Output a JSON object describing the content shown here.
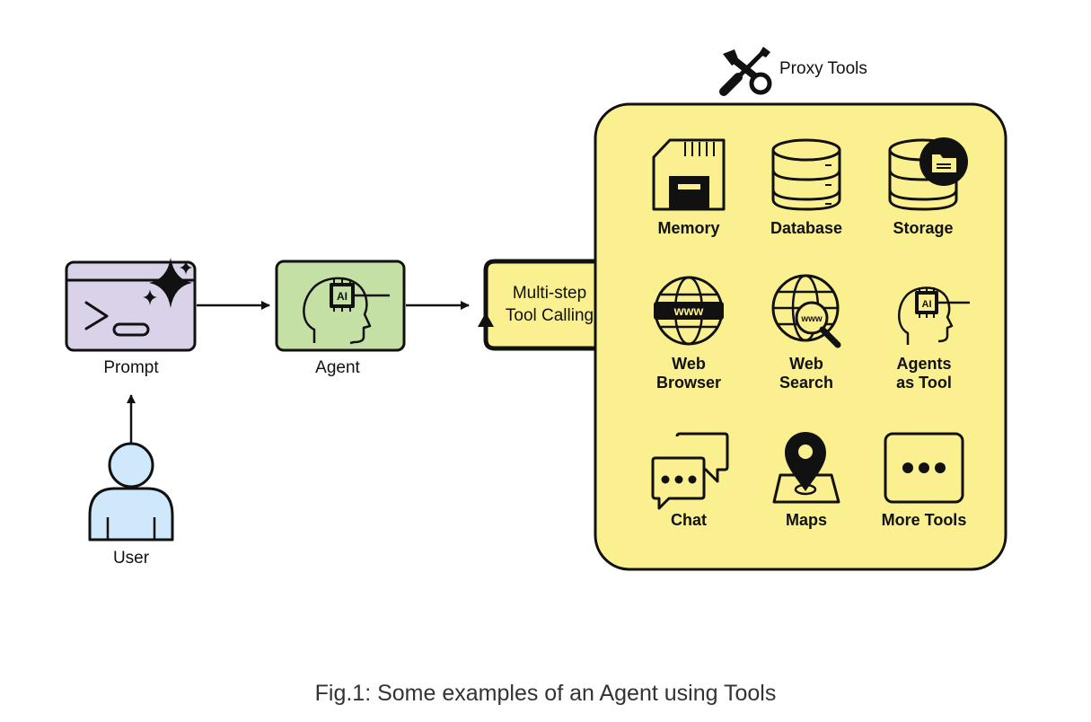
{
  "nodes": {
    "prompt": "Prompt",
    "agent": "Agent",
    "user": "User",
    "multistep_line1": "Multi-step",
    "multistep_line2": "Tool Calling"
  },
  "ai_chip_text": "AI",
  "proxy_tools_label": "Proxy Tools",
  "tools": {
    "memory": "Memory",
    "database": "Database",
    "storage": "Storage",
    "web_browser_line1": "Web",
    "web_browser_line2": "Browser",
    "web_search_line1": "Web",
    "web_search_line2": "Search",
    "agents_tool_line1": "Agents",
    "agents_tool_line2": "as Tool",
    "chat": "Chat",
    "maps": "Maps",
    "more_tools": "More Tools"
  },
  "www_text": "www",
  "caption": "Fig.1: Some examples of an Agent using Tools",
  "colors": {
    "prompt_fill": "#d9d2e9",
    "agent_fill": "#c5e0a5",
    "panel_fill": "#faf08f",
    "user_fill": "#cfe8fb",
    "stroke": "#111111"
  }
}
